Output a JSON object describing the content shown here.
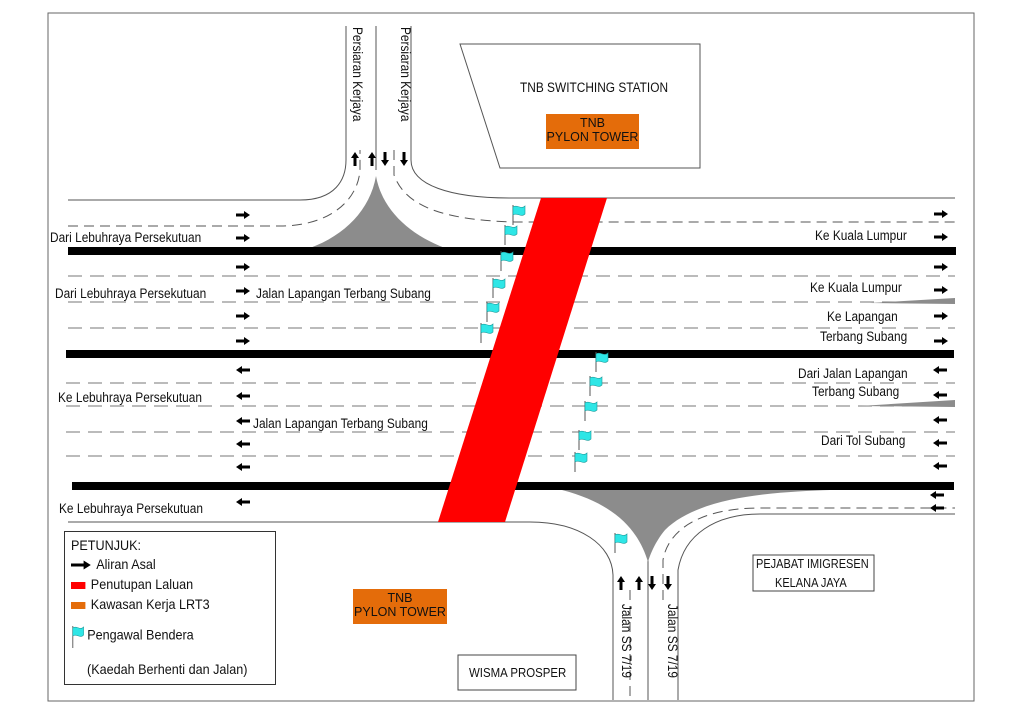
{
  "colors": {
    "closure_red": "#ff0000",
    "work_zone_orange": "#e46c0a",
    "flag_cyan": "#2ee6e6",
    "median_black": "#000000",
    "island_gray": "#8c8c8c",
    "lane_dash_gray": "#777777"
  },
  "buildings": {
    "switching_station": "TNB SWITCHING STATION",
    "pylon_top": {
      "line1": "TNB",
      "line2": "PYLON TOWER"
    },
    "pylon_bottom": {
      "line1": "TNB",
      "line2": "PYLON TOWER"
    },
    "wisma_prosper": "WISMA PROSPER",
    "imigresen": {
      "line1": "PEJABAT IMIGRESEN",
      "line2": "KELANA JAYA"
    }
  },
  "side_roads": {
    "top_left": "Persiaran Kerjaya",
    "top_right": "Persiaran Kerjaya",
    "bottom_left": "Jalan SS 7/19",
    "bottom_right": "Jalan SS 7/19"
  },
  "left_labels": {
    "l1": "Dari Lebuhraya Persekutuan",
    "l2": "Dari Lebuhraya Persekutuan",
    "l3": "Ke Lebuhraya Persekutuan",
    "l4": "Ke Lebuhraya Persekutuan"
  },
  "center_labels": {
    "c1": "Jalan Lapangan Terbang Subang",
    "c2": "Jalan Lapangan Terbang Subang"
  },
  "right_labels": {
    "r1": "Ke Kuala Lumpur",
    "r2": "Ke Kuala Lumpur",
    "r3a": "Ke Lapangan",
    "r3b": "Terbang Subang",
    "r4a": "Dari Jalan Lapangan",
    "r4b": "Terbang Subang",
    "r5": "Dari Tol Subang"
  },
  "legend": {
    "title": "PETUNJUK:",
    "items": [
      {
        "icon": "arrow-right-icon",
        "label": "Aliran Asal"
      },
      {
        "icon": "red-swatch-icon",
        "label": "Penutupan Laluan"
      },
      {
        "icon": "orange-swatch-icon",
        "label": "Kawasan Kerja LRT3"
      },
      {
        "icon": "flag-icon",
        "label": "Pengawal Bendera"
      }
    ],
    "note": "(Kaedah Berhenti dan Jalan)"
  }
}
